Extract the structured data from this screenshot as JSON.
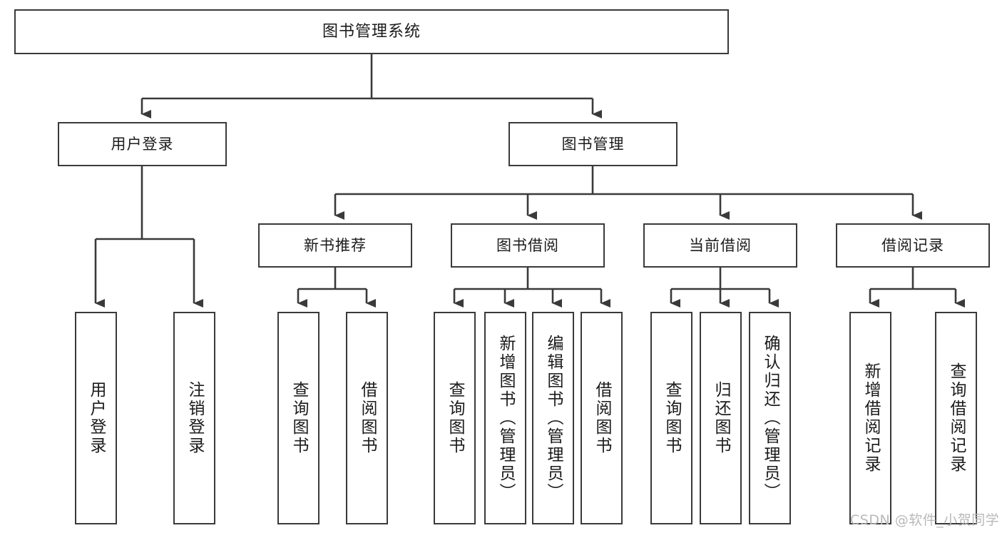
{
  "diagram": {
    "type": "tree",
    "title": "图书管理系统",
    "watermark": "CSDN @软件_小贺同学",
    "colors": {
      "box_border": "#3a3a3a",
      "box_fill": "#ffffff",
      "edge": "#3a3a3a",
      "text": "#1b1b1b",
      "watermark": "#b9b9b9",
      "background": "#ffffff"
    },
    "nodes": {
      "root": {
        "label": "图书管理系统"
      },
      "level1": [
        {
          "id": "user-login",
          "label": "用户登录"
        },
        {
          "id": "book-manage",
          "label": "图书管理"
        }
      ],
      "level2": [
        {
          "id": "new-book-rec",
          "label": "新书推荐"
        },
        {
          "id": "book-borrow",
          "label": "图书借阅"
        },
        {
          "id": "current-borrow",
          "label": "当前借阅"
        },
        {
          "id": "borrow-record",
          "label": "借阅记录"
        }
      ],
      "leaves": {
        "user-login": [
          {
            "id": "leaf-user-login",
            "label": "用户登录"
          },
          {
            "id": "leaf-logout-login",
            "label": "注销登录"
          }
        ],
        "new-book-rec": [
          {
            "id": "leaf-query-book-1",
            "label": "查询图书"
          },
          {
            "id": "leaf-borrow-book-1",
            "label": "借阅图书"
          }
        ],
        "book-borrow": [
          {
            "id": "leaf-query-book-2",
            "label": "查询图书"
          },
          {
            "id": "leaf-add-book",
            "label": "新增图书（管理员）"
          },
          {
            "id": "leaf-edit-book",
            "label": "编辑图书（管理员）"
          },
          {
            "id": "leaf-borrow-book-2",
            "label": "借阅图书"
          }
        ],
        "current-borrow": [
          {
            "id": "leaf-query-book-3",
            "label": "查询图书"
          },
          {
            "id": "leaf-return-book",
            "label": "归还图书"
          },
          {
            "id": "leaf-confirm-return",
            "label": "确认归还（管理员）"
          }
        ],
        "borrow-record": [
          {
            "id": "leaf-add-record",
            "label": "新增借阅记录"
          },
          {
            "id": "leaf-query-record",
            "label": "查询借阅记录"
          }
        ]
      }
    }
  }
}
